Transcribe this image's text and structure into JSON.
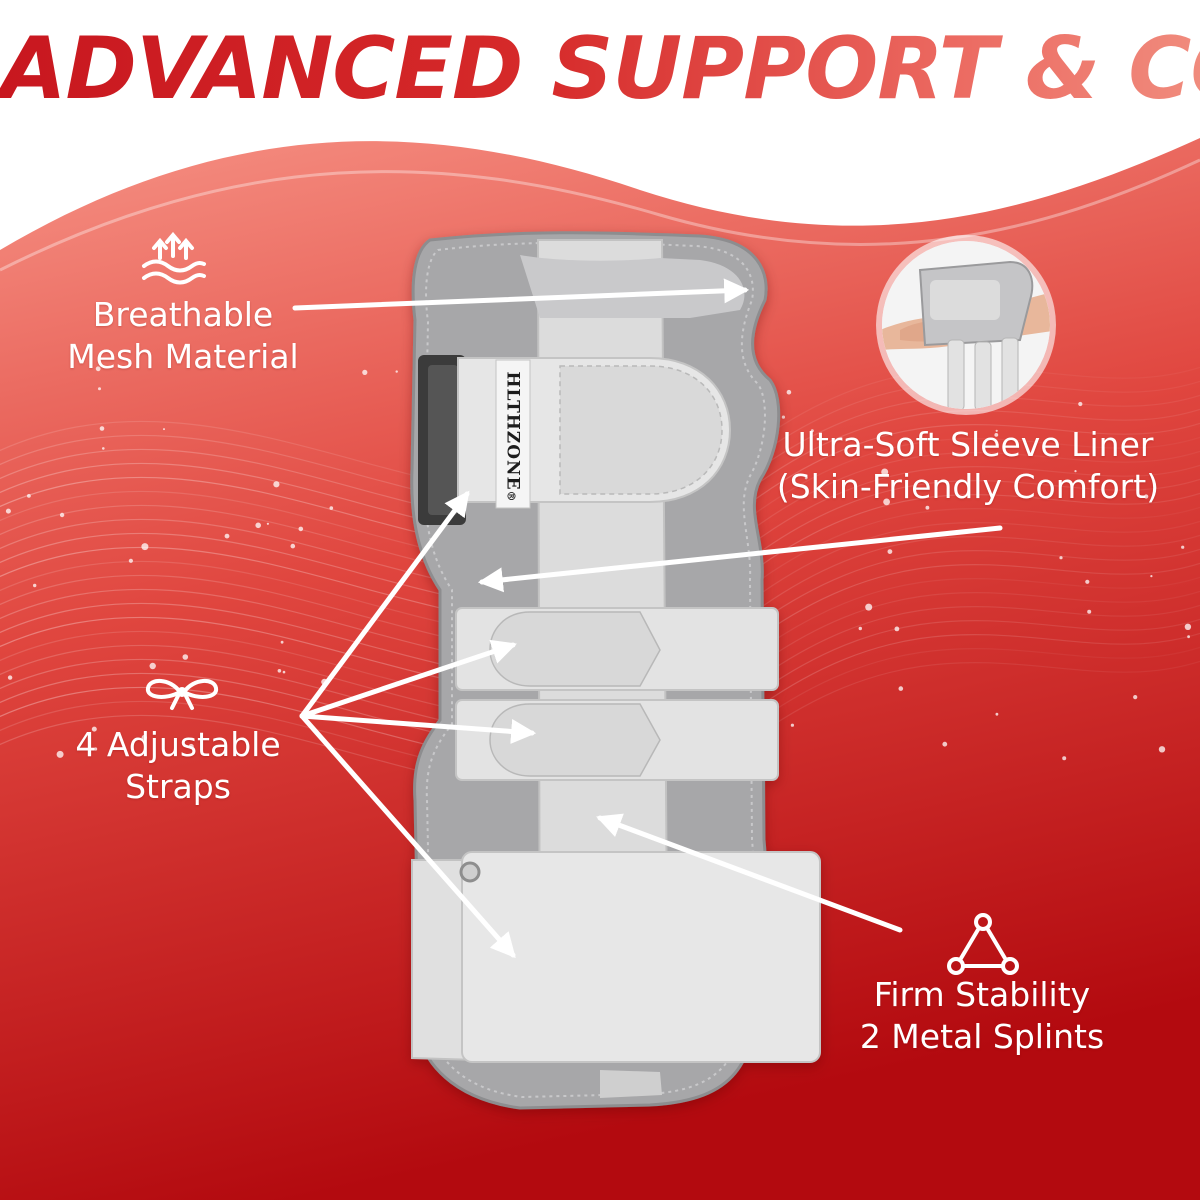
{
  "headline": "ADVANCED SUPPORT & COMFORT",
  "brand": {
    "name": "HLTHZONE",
    "mark": "®"
  },
  "features": {
    "breathable": {
      "line1": "Breathable",
      "line2": "Mesh Material",
      "icon": "breathable-waves-icon"
    },
    "liner": {
      "line1": "Ultra-Soft Sleeve Liner",
      "line2": "(Skin-Friendly Comfort)"
    },
    "straps": {
      "line1": "4 Adjustable",
      "line2": "Straps",
      "icon": "bow-strap-icon"
    },
    "splints": {
      "line1": "Firm Stability",
      "line2": "2 Metal Splints",
      "icon": "triangle-nodes-icon"
    }
  },
  "colors": {
    "accent_red": "#c8171f",
    "accent_light": "#f08b7d",
    "background_top": "#f48679",
    "background_bottom": "#b40a10",
    "brace_grey": "#a2a2a4",
    "strap_light": "#e4e4e4"
  }
}
